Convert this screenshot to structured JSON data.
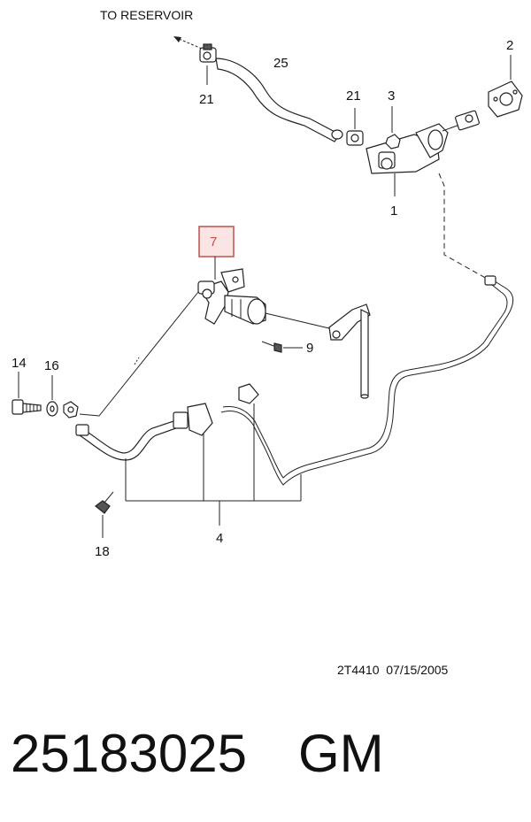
{
  "diagram": {
    "reservoir_label": "TO RESERVOIR",
    "callouts": {
      "c25": "25",
      "c2": "2",
      "c21a": "21",
      "c21b": "21",
      "c3": "3",
      "c1": "1",
      "c7": "7",
      "c9": "9",
      "c14": "14",
      "c16": "16",
      "c4": "4",
      "c18": "18"
    },
    "highlight_color": "#c0504d",
    "drawing_code": "2T4410  07/15/2005"
  },
  "footer": {
    "part_number": "25183025",
    "brand": "GM"
  }
}
